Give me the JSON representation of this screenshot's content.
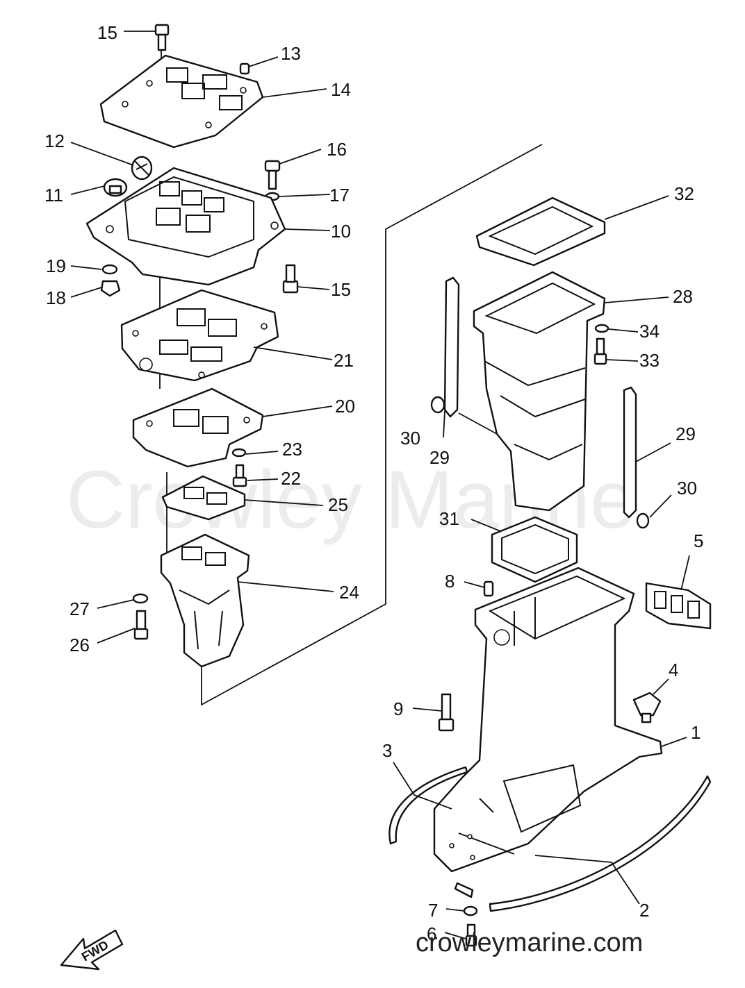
{
  "watermark": "Crowley Marine",
  "website": "crowleymarine.com",
  "direction_label": "FWD",
  "callouts": [
    "15",
    "13",
    "14",
    "12",
    "16",
    "11",
    "17",
    "10",
    "19",
    "15",
    "18",
    "32",
    "28",
    "34",
    "33",
    "21",
    "20",
    "30",
    "29",
    "29",
    "23",
    "30",
    "22",
    "25",
    "31",
    "5",
    "8",
    "24",
    "27",
    "26",
    "4",
    "9",
    "1",
    "3",
    "2",
    "7",
    "6"
  ]
}
